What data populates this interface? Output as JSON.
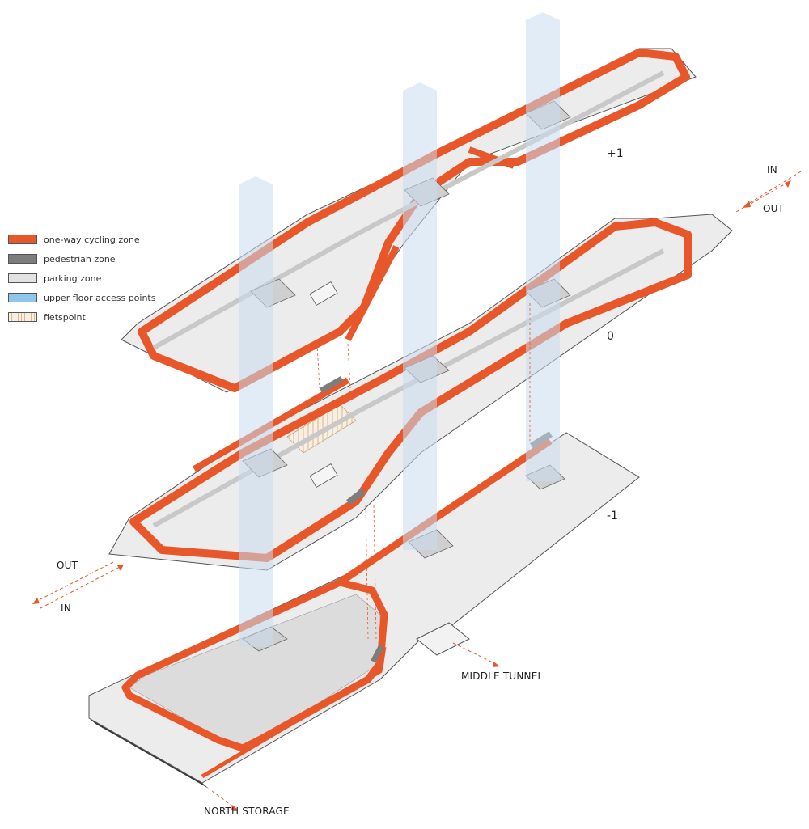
{
  "legend": {
    "items": [
      {
        "label": "one-way cycling zone",
        "color": "#e8572a",
        "pattern": "solid"
      },
      {
        "label": "pedestrian zone",
        "color": "#7d7d7d",
        "pattern": "solid"
      },
      {
        "label": "parking zone",
        "color": "#e2e2e2",
        "pattern": "solid"
      },
      {
        "label": "upper floor access points",
        "color": "#8ec6ec",
        "pattern": "solid"
      },
      {
        "label": "fietspoint",
        "color": "#f3ece2",
        "pattern": "vertical-stripes"
      }
    ]
  },
  "levels": {
    "upper": "+1",
    "ground": "0",
    "basement": "-1"
  },
  "labels": {
    "in_top": "IN",
    "out_top": "OUT",
    "out_left": "OUT",
    "in_left": "IN",
    "middle_tunnel": "MIDDLE TUNNEL",
    "north_storage": "NORTH STORAGE"
  },
  "colors": {
    "cycling": "#e8572a",
    "pedestrian": "#7d7d7d",
    "parking": "#e2e2e2",
    "access": "#c9dcef",
    "fietspoint": "#f3ece2",
    "arrow": "#e8572a"
  }
}
